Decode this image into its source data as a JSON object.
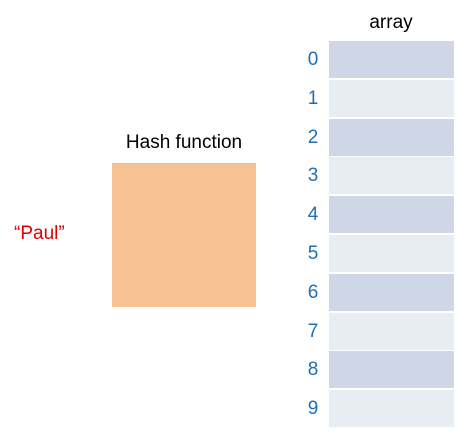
{
  "input": {
    "text": "“Paul”"
  },
  "hash_function": {
    "title": "Hash function"
  },
  "array": {
    "title": "array",
    "slots": [
      {
        "index": "0"
      },
      {
        "index": "1"
      },
      {
        "index": "2"
      },
      {
        "index": "3"
      },
      {
        "index": "4"
      },
      {
        "index": "5"
      },
      {
        "index": "6"
      },
      {
        "index": "7"
      },
      {
        "index": "8"
      },
      {
        "index": "9"
      }
    ]
  },
  "colors": {
    "key_text": "#e00000",
    "hash_box": "#f8c192",
    "index_text": "#1f6fb5",
    "cell_dark": "#cfd6e5",
    "cell_light": "#e8ecf3"
  }
}
